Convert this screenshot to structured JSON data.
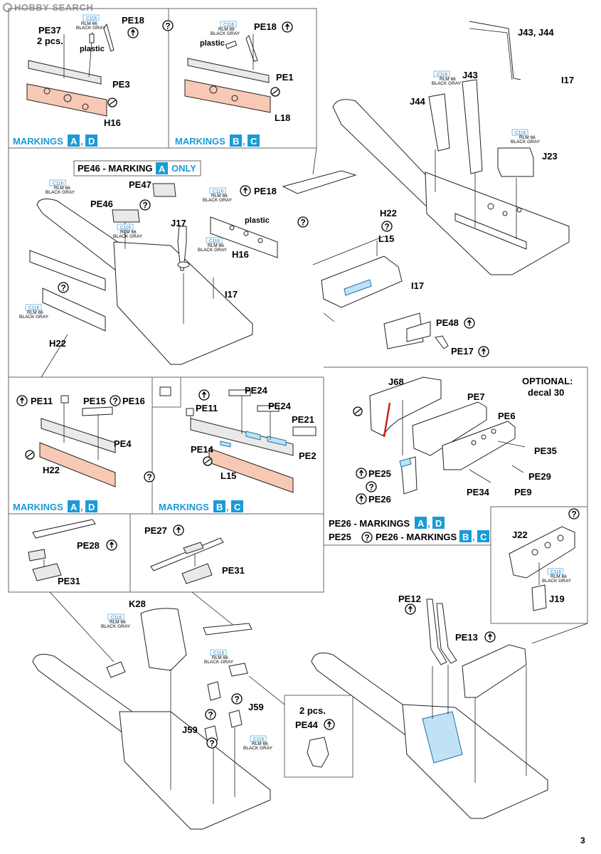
{
  "watermark": "HOBBY SEARCH",
  "page_number": "3",
  "optional": {
    "line1": "OPTIONAL:",
    "line2": "decal 30"
  },
  "plastic": "plastic",
  "color_callout": {
    "code": "C116",
    "line1": "RLM 66",
    "line2": "BLACK GRAY"
  },
  "markings": {
    "word": "MARKINGS",
    "A": "A",
    "B": "B",
    "C": "C",
    "D": "D",
    "sep": ",",
    "pe46_prefix": "PE46 - MARKING",
    "pe46_suffix": "ONLY",
    "pe26_prefix": "PE26 - MARKINGS",
    "pe25_prefix": "PE25",
    "pe25_mid": "PE26 - MARKINGS"
  },
  "labels": {
    "pe37": "PE37",
    "pe37_count": "2 pcs.",
    "pe18": "PE18",
    "pe3": "PE3",
    "h16": "H16",
    "pe1": "PE1",
    "l18": "L18",
    "j43_j44": "J43, J44",
    "i17": "I17",
    "j44": "J44",
    "j43": "J43",
    "j23": "J23",
    "pe47": "PE47",
    "pe46": "PE46",
    "j17": "J17",
    "h22": "H22",
    "l15": "L15",
    "pe48": "PE48",
    "pe17": "PE17",
    "pe11": "PE11",
    "pe15": "PE15",
    "pe16": "PE16",
    "pe4": "PE4",
    "pe24": "PE24",
    "pe21": "PE21",
    "pe14": "PE14",
    "pe2": "PE2",
    "j68": "J68",
    "pe7": "PE7",
    "pe6": "PE6",
    "pe35": "PE35",
    "pe29": "PE29",
    "pe25": "PE25",
    "pe26": "PE26",
    "pe34": "PE34",
    "pe9": "PE9",
    "j22": "J22",
    "j19": "J19",
    "pe28": "PE28",
    "pe31": "PE31",
    "pe27": "PE27",
    "k28": "K28",
    "j59": "J59",
    "pe44_count": "2 pcs.",
    "pe44": "PE44",
    "pe12": "PE12",
    "pe13": "PE13"
  }
}
